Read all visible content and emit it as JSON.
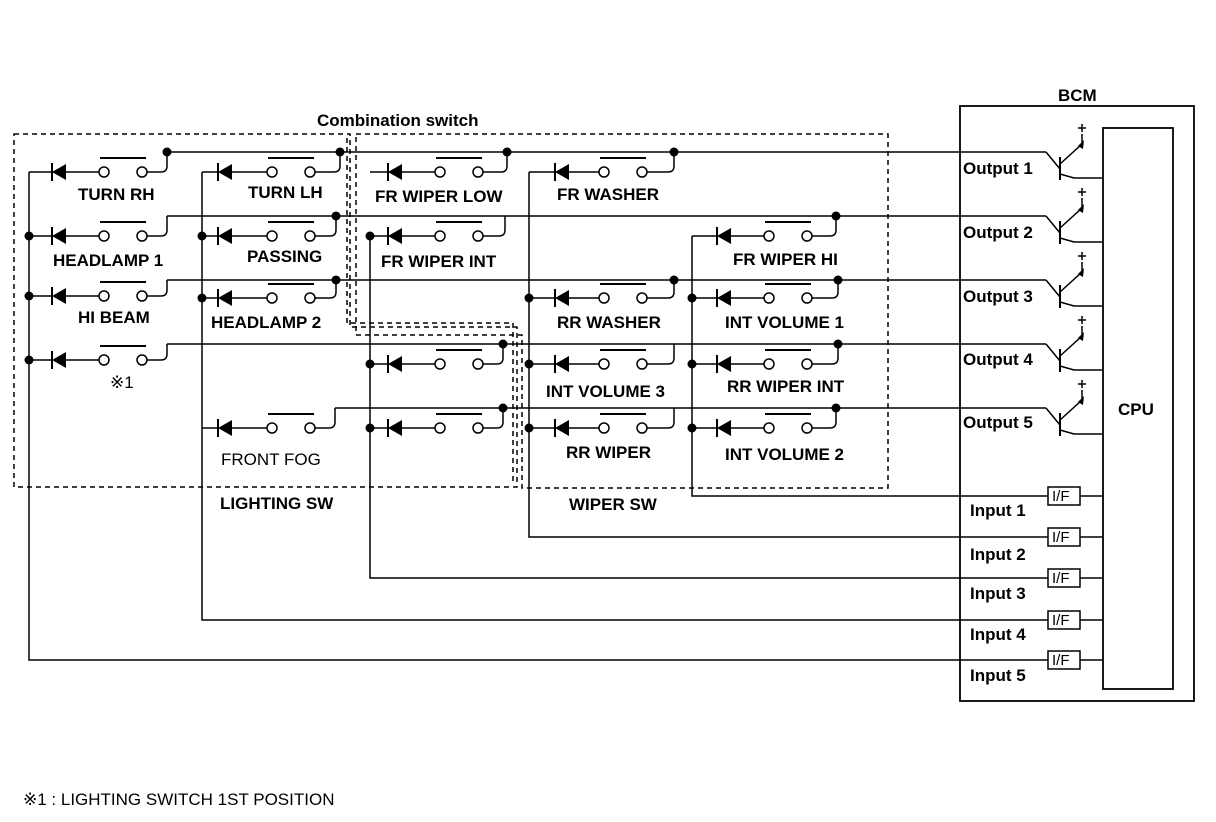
{
  "titles": {
    "combination_switch": "Combination switch",
    "bcm": "BCM",
    "cpu": "CPU",
    "lighting_sw": "LIGHTING SW",
    "wiper_sw": "WIPER SW"
  },
  "switches": {
    "turn_rh": "TURN RH",
    "turn_lh": "TURN LH",
    "headlamp1": "HEADLAMP 1",
    "passing": "PASSING",
    "hi_beam": "HI BEAM",
    "headlamp2": "HEADLAMP 2",
    "note_mark": "※1",
    "front_fog": "FRONT FOG",
    "fr_wiper_low": "FR WIPER LOW",
    "fr_washer": "FR WASHER",
    "fr_wiper_int": "FR WIPER INT",
    "fr_wiper_hi": "FR WIPER HI",
    "rr_washer": "RR WASHER",
    "int_volume1": "INT VOLUME 1",
    "int_volume3": "INT VOLUME 3",
    "rr_wiper_int": "RR WIPER INT",
    "rr_wiper": "RR WIPER",
    "int_volume2": "INT VOLUME 2"
  },
  "outputs": [
    "Output 1",
    "Output 2",
    "Output 3",
    "Output 4",
    "Output 5"
  ],
  "inputs": [
    "Input 1",
    "Input 2",
    "Input 3",
    "Input 4",
    "Input 5"
  ],
  "interface_label": "I/F",
  "footnote": "※1 : LIGHTING SWITCH 1ST POSITION"
}
